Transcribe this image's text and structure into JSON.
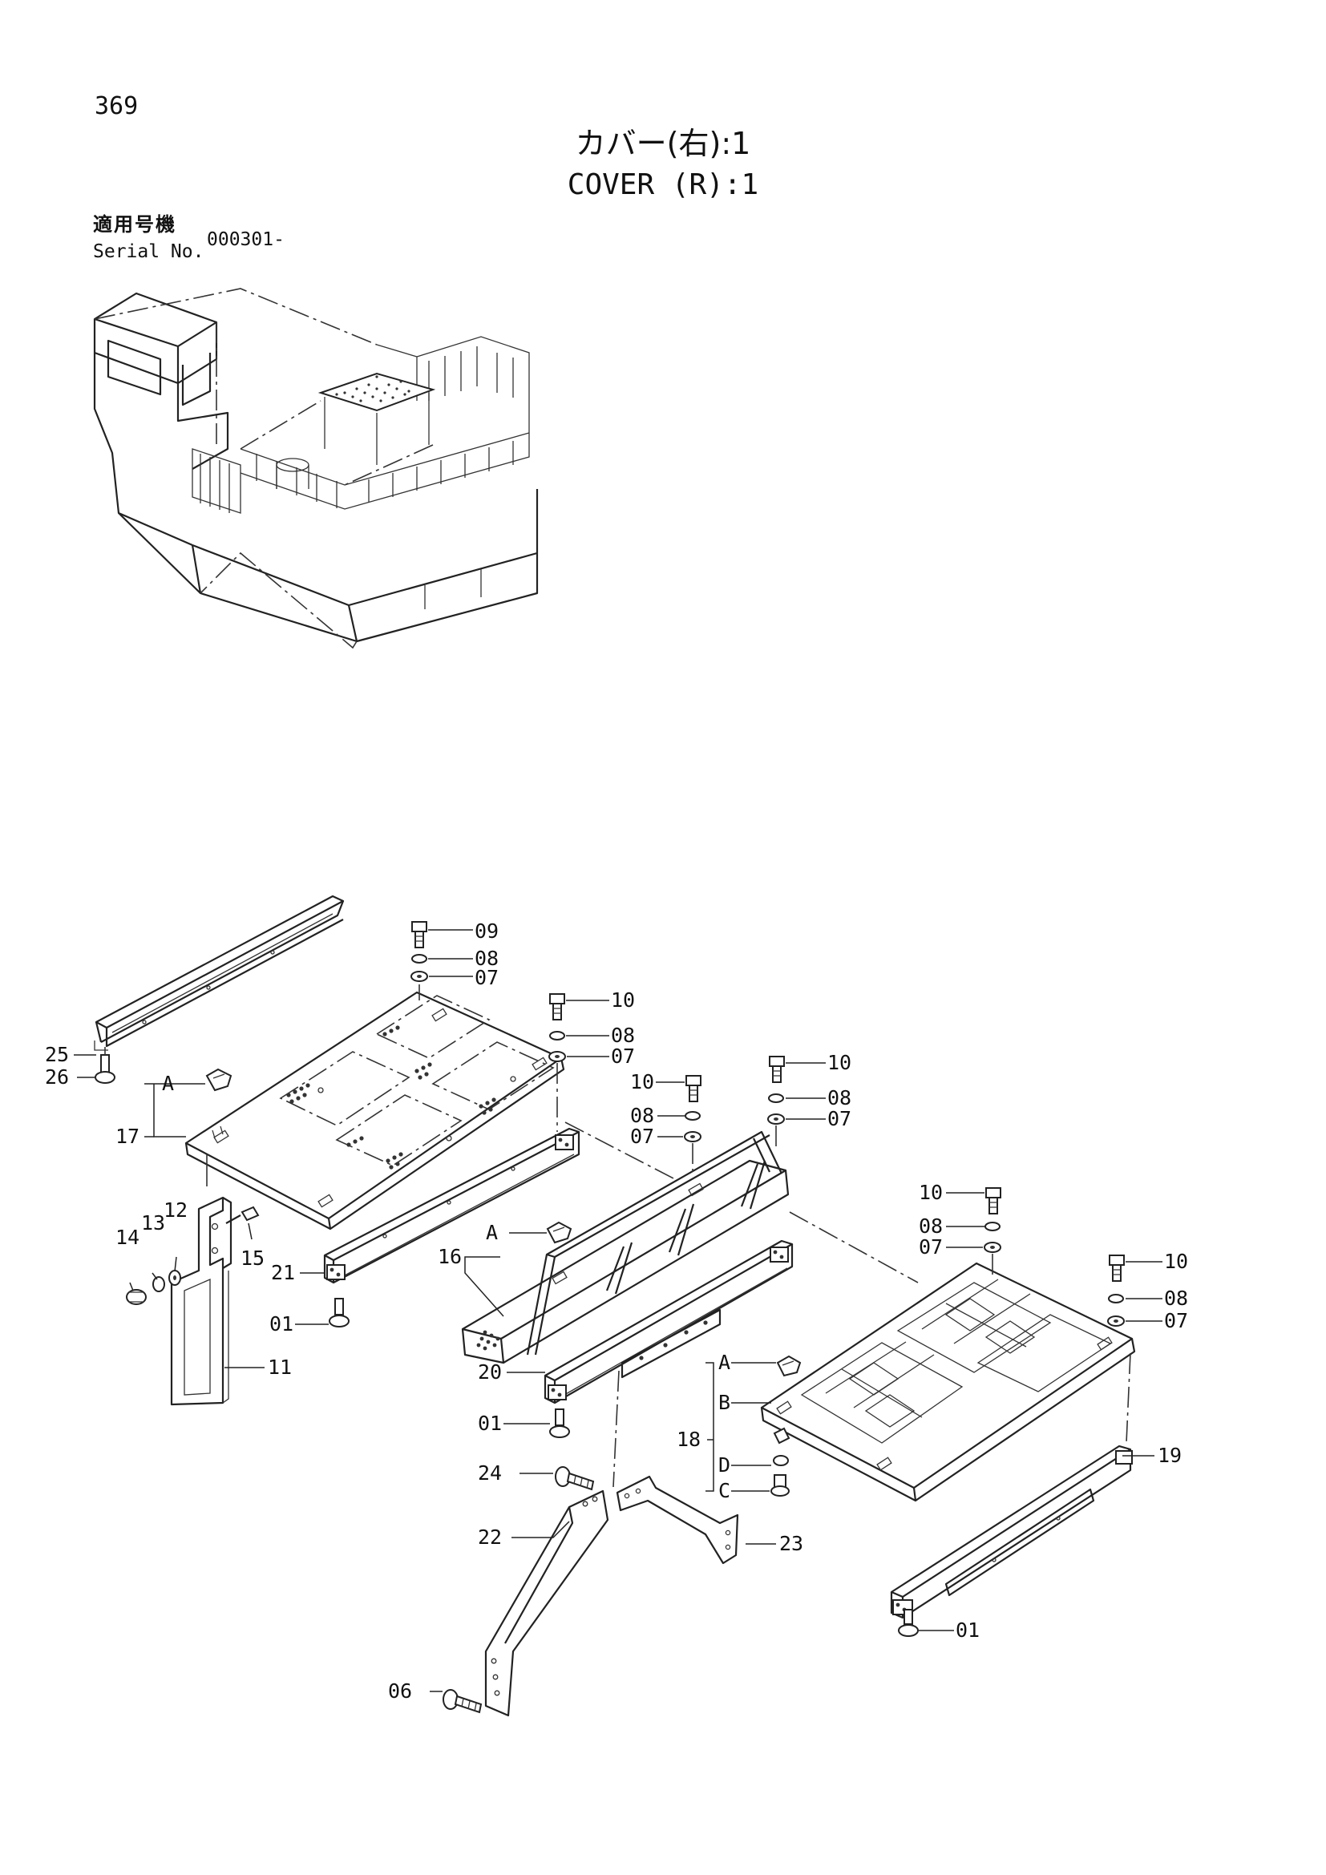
{
  "page_number": "369",
  "title_jp": "カバー(右):1",
  "title_en": "COVER (R):1",
  "serial": {
    "label_jp": "適用号機",
    "label_en": "Serial No.",
    "value": "000301-"
  },
  "callouts": {
    "c09": "09",
    "c08a": "08",
    "c07a": "07",
    "c10a": "10",
    "c08b": "08",
    "c07b": "07",
    "c10b": "10",
    "c08c": "08",
    "c07c": "07",
    "c10c": "10",
    "c08d": "08",
    "c07d": "07",
    "c10d": "10",
    "c08e": "08",
    "c07e": "07",
    "c10e": "10",
    "c08f": "08",
    "c07f": "07",
    "c25": "25",
    "c26": "26",
    "c17": "17",
    "cA1": "A",
    "c14": "14",
    "c13": "13",
    "c12": "12",
    "c15": "15",
    "c11": "11",
    "c21": "21",
    "c01a": "01",
    "c16": "16",
    "cA2": "A",
    "c20": "20",
    "c01b": "01",
    "c24": "24",
    "c22": "22",
    "c23": "23",
    "c06": "06",
    "c18": "18",
    "cA3": "A",
    "cB": "B",
    "cD": "D",
    "cC": "C",
    "c19": "19",
    "c01c": "01"
  }
}
